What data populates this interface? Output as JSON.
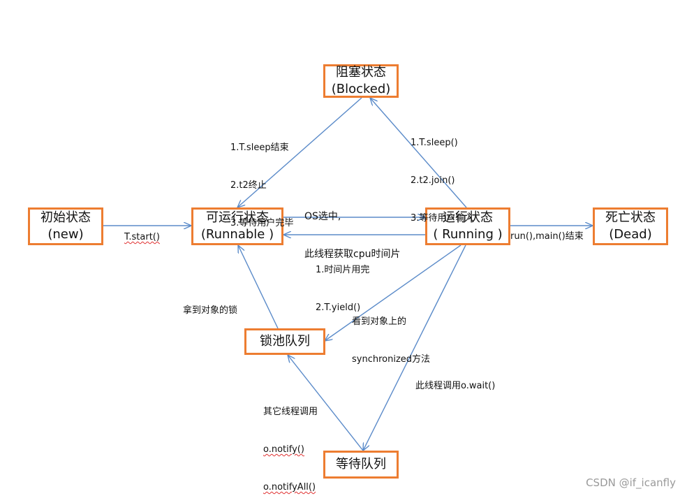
{
  "nodes": {
    "blocked": {
      "line1": "阻塞状态",
      "line2": "(Blocked)"
    },
    "new": {
      "line1": "初始状态",
      "line2": "(new)"
    },
    "runnable": {
      "line1": "可运行状态",
      "line2": "(Runnable )"
    },
    "running": {
      "line1": "运行状态",
      "line2": "( Running )"
    },
    "dead": {
      "line1": "死亡状态",
      "line2": "(Dead)"
    },
    "lock_pool": {
      "line1": "锁池队列"
    },
    "wait_queue": {
      "line1": "等待队列"
    }
  },
  "edge_labels": {
    "new_to_runnable": "T.start()",
    "runnable_to_running": [
      "OS选中,",
      "此线程获取cpu时间片"
    ],
    "running_to_runnable": [
      "1.时间片用完",
      "2.T.yield()"
    ],
    "running_to_dead": "run(),main()结束",
    "running_to_blocked": [
      "1.T.sleep()",
      "2.t2.join()",
      "3.等待用户输入"
    ],
    "blocked_to_runnable": [
      "1.T.sleep结束",
      "2.t2终止",
      "3.等待用户完毕"
    ],
    "running_to_lock_pool": [
      "看到对象上的",
      "synchronized方法"
    ],
    "lock_pool_to_runnable": "拿到对象的锁",
    "running_to_wait_queue": "此线程调用o.wait()",
    "wait_queue_to_lock_pool": [
      "其它线程调用",
      "o.notify()",
      "o.notifyAll()"
    ]
  },
  "watermark": "CSDN @if_icanfly",
  "colors": {
    "box_border": "#ED7D31",
    "arrow": "#5B8BC9"
  }
}
